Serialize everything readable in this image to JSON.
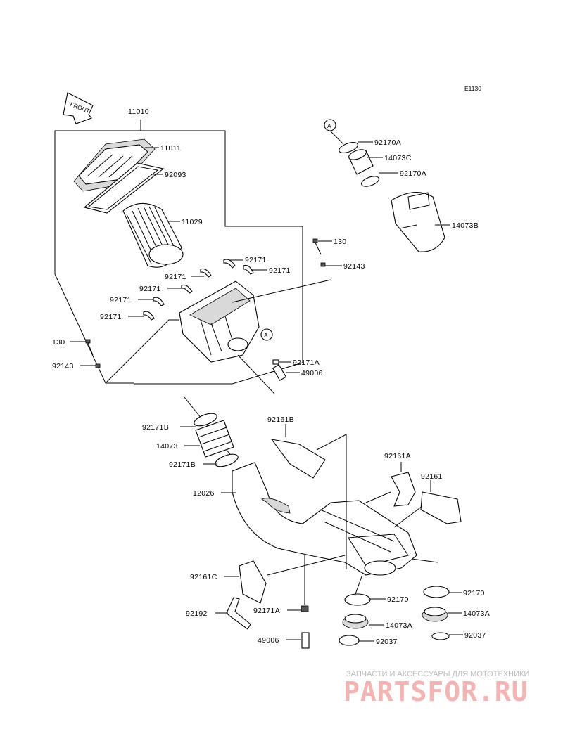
{
  "diagram_code": "E1130",
  "front_label": "FRONT",
  "callout": "A",
  "labels": {
    "p11010": "11010",
    "p11011": "11011",
    "p92093": "92093",
    "p11029": "11029",
    "p130_right": "130",
    "p92143_right": "92143",
    "p92171_a1": "92171",
    "p92171_a2": "92171",
    "p92171_a3": "92171",
    "p92171_a4": "92171",
    "p92171_a5": "92171",
    "p92171_a6": "92171",
    "p130_left": "130",
    "p92143_left": "92143",
    "p92171A_top": "92171A",
    "p49006_top": "49006",
    "p92170A_1": "92170A",
    "p14073C": "14073C",
    "p92170A_2": "92170A",
    "p14073B": "14073B",
    "p92171B_1": "92171B",
    "p14073": "14073",
    "p92171B_2": "92171B",
    "p12026": "12026",
    "p92161B": "92161B",
    "p92161A": "92161A",
    "p92161": "92161",
    "p92161C": "92161C",
    "p92192": "92192",
    "p92171A_bottom": "92171A",
    "p49006_bottom": "49006",
    "p92170_mid": "92170",
    "p14073A_mid": "14073A",
    "p92037_mid": "92037",
    "p92170_right": "92170",
    "p14073A_right": "14073A",
    "p92037_right": "92037"
  },
  "watermark": {
    "tagline": "ЗАПЧАСТИ И АКСЕССУАРЫ ДЛЯ МОТОТЕХНИКИ",
    "logo": "PARTSFOR.RU"
  }
}
